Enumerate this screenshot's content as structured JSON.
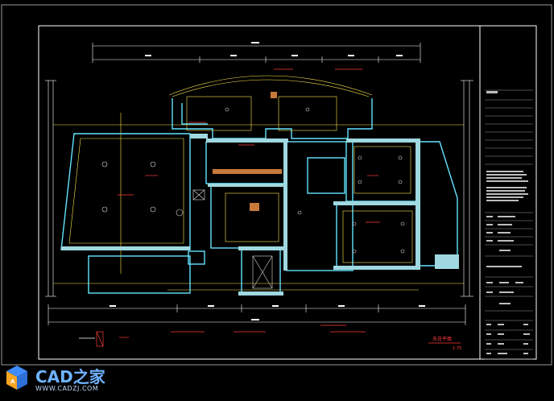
{
  "drawing": {
    "title": "天花平面",
    "scale": "1:75"
  },
  "watermark": {
    "brand": "CAD之家",
    "url": "WWW.CADZJ.COM"
  },
  "colors": {
    "background": "#000000",
    "frame": "#ffffff",
    "walls": "#63e3ff",
    "wall_fill": "#9fd8e0",
    "dimensions": "#ffffff",
    "ceiling_lines": "#ffe64d",
    "annotations": "#ff3b3b",
    "fixtures": "#dddddd",
    "logo_blue": "#3f8cff"
  }
}
